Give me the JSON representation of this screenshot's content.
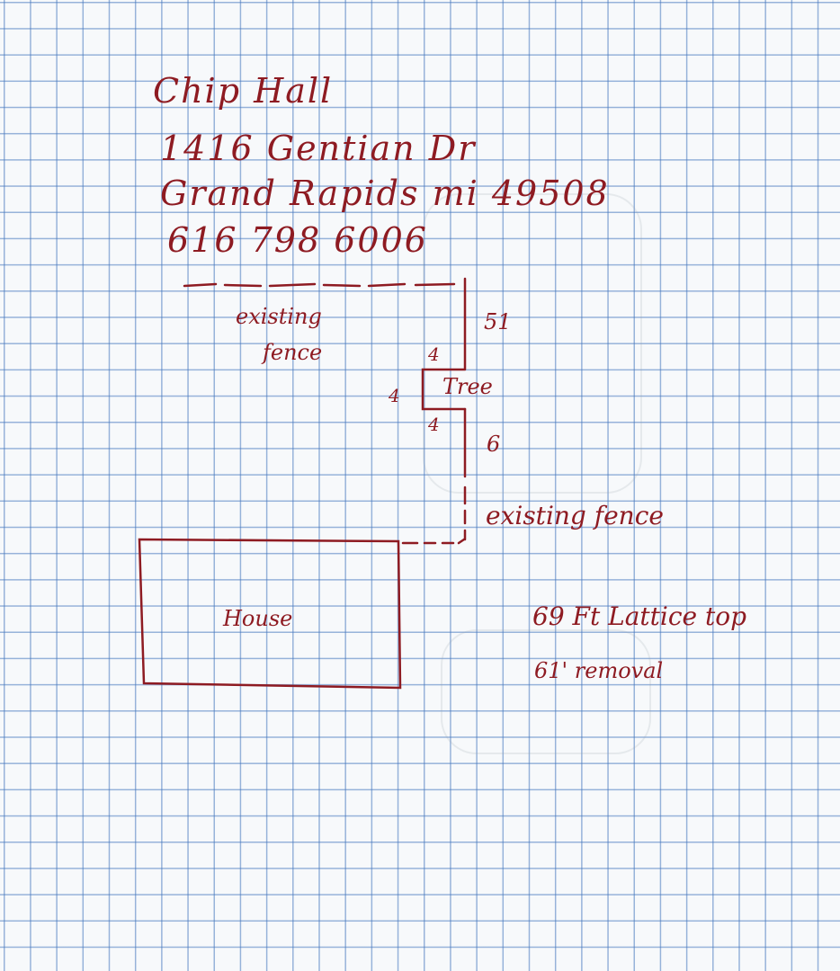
{
  "header": {
    "name": "Chip Hall",
    "street": "1416 Gentian Dr",
    "city": "Grand Rapids mi 49508",
    "phone": "616 798 6006"
  },
  "labels": {
    "existing_fence_top_line1": "existing",
    "existing_fence_top_line2": "fence",
    "dim_51": "51",
    "dim_4_top": "4",
    "dim_4_left": "4",
    "dim_4_bottom": "4",
    "tree": "Tree",
    "dim_6": "6",
    "existing_fence_right": "existing fence",
    "house": "House",
    "note_lattice": "69 Ft Lattice top",
    "note_removal": "61' removal"
  },
  "colors": {
    "ink": "#8e1b22",
    "grid": "#4678be",
    "paper": "#f7f9fb"
  }
}
